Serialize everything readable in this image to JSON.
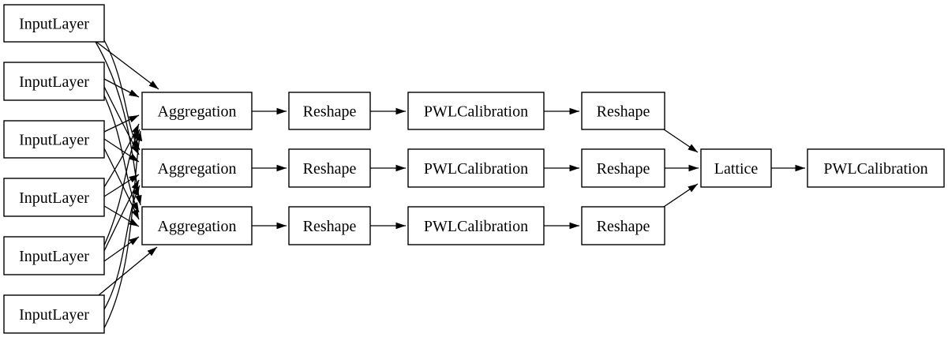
{
  "diagram": {
    "title": "keras-model-graph",
    "background_color": "#ffffff",
    "node_fill_color": "#ffffff",
    "node_border_color": "#000000",
    "edge_color": "#000000",
    "text_color": "#000000",
    "nodes": [
      {
        "id": "input-1",
        "label": "InputLayer"
      },
      {
        "id": "input-2",
        "label": "InputLayer"
      },
      {
        "id": "input-3",
        "label": "InputLayer"
      },
      {
        "id": "input-4",
        "label": "InputLayer"
      },
      {
        "id": "input-5",
        "label": "InputLayer"
      },
      {
        "id": "input-6",
        "label": "InputLayer"
      },
      {
        "id": "aggregation-1",
        "label": "Aggregation"
      },
      {
        "id": "aggregation-2",
        "label": "Aggregation"
      },
      {
        "id": "aggregation-3",
        "label": "Aggregation"
      },
      {
        "id": "reshape-1a",
        "label": "Reshape"
      },
      {
        "id": "reshape-2a",
        "label": "Reshape"
      },
      {
        "id": "reshape-3a",
        "label": "Reshape"
      },
      {
        "id": "pwl-calibration-1",
        "label": "PWLCalibration"
      },
      {
        "id": "pwl-calibration-2",
        "label": "PWLCalibration"
      },
      {
        "id": "pwl-calibration-3",
        "label": "PWLCalibration"
      },
      {
        "id": "reshape-1b",
        "label": "Reshape"
      },
      {
        "id": "reshape-2b",
        "label": "Reshape"
      },
      {
        "id": "reshape-3b",
        "label": "Reshape"
      },
      {
        "id": "lattice",
        "label": "Lattice"
      },
      {
        "id": "pwl-calibration-out",
        "label": "PWLCalibration"
      }
    ],
    "edges": [
      {
        "from": "input-1",
        "to": "aggregation-1"
      },
      {
        "from": "input-1",
        "to": "aggregation-2"
      },
      {
        "from": "input-1",
        "to": "aggregation-3"
      },
      {
        "from": "input-2",
        "to": "aggregation-1"
      },
      {
        "from": "input-2",
        "to": "aggregation-2"
      },
      {
        "from": "input-2",
        "to": "aggregation-3"
      },
      {
        "from": "input-3",
        "to": "aggregation-1"
      },
      {
        "from": "input-3",
        "to": "aggregation-2"
      },
      {
        "from": "input-3",
        "to": "aggregation-3"
      },
      {
        "from": "input-4",
        "to": "aggregation-1"
      },
      {
        "from": "input-4",
        "to": "aggregation-2"
      },
      {
        "from": "input-4",
        "to": "aggregation-3"
      },
      {
        "from": "input-5",
        "to": "aggregation-1"
      },
      {
        "from": "input-5",
        "to": "aggregation-2"
      },
      {
        "from": "input-5",
        "to": "aggregation-3"
      },
      {
        "from": "input-6",
        "to": "aggregation-1"
      },
      {
        "from": "input-6",
        "to": "aggregation-2"
      },
      {
        "from": "input-6",
        "to": "aggregation-3"
      },
      {
        "from": "aggregation-1",
        "to": "reshape-1a"
      },
      {
        "from": "aggregation-2",
        "to": "reshape-2a"
      },
      {
        "from": "aggregation-3",
        "to": "reshape-3a"
      },
      {
        "from": "reshape-1a",
        "to": "pwl-calibration-1"
      },
      {
        "from": "reshape-2a",
        "to": "pwl-calibration-2"
      },
      {
        "from": "reshape-3a",
        "to": "pwl-calibration-3"
      },
      {
        "from": "pwl-calibration-1",
        "to": "reshape-1b"
      },
      {
        "from": "pwl-calibration-2",
        "to": "reshape-2b"
      },
      {
        "from": "pwl-calibration-3",
        "to": "reshape-3b"
      },
      {
        "from": "reshape-1b",
        "to": "lattice"
      },
      {
        "from": "reshape-2b",
        "to": "lattice"
      },
      {
        "from": "reshape-3b",
        "to": "lattice"
      },
      {
        "from": "lattice",
        "to": "pwl-calibration-out"
      }
    ]
  }
}
